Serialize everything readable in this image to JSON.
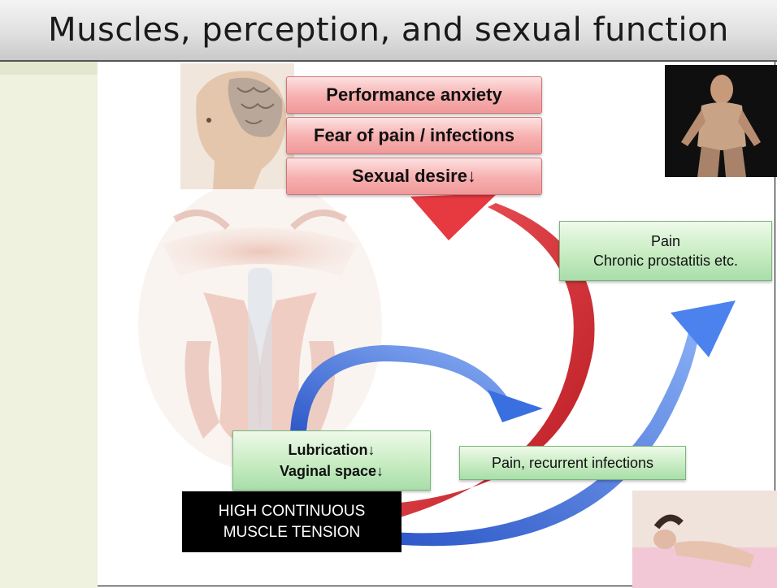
{
  "title": "Muscles, perception, and sexual function",
  "psych_boxes": [
    {
      "label": "Performance anxiety"
    },
    {
      "label": "Fear of pain / infections"
    },
    {
      "label": "Sexual desire↓"
    }
  ],
  "pain_box": {
    "line1": "Pain",
    "line2": "Chronic prostatitis etc."
  },
  "lubrication_box": {
    "line1": "Lubrication↓",
    "line2": "Vaginal space↓"
  },
  "infections_box": {
    "label": "Pain, recurrent infections"
  },
  "tension_box": {
    "line1": "HIGH CONTINUOUS",
    "line2": "MUSCLE TENSION"
  },
  "colors": {
    "red_arrow": "#d9262e",
    "blue_arrow": "#3a6fe0",
    "pink_box": "#f7aeae",
    "green_box": "#c8ecc2",
    "left_strip": "#eef2de"
  }
}
